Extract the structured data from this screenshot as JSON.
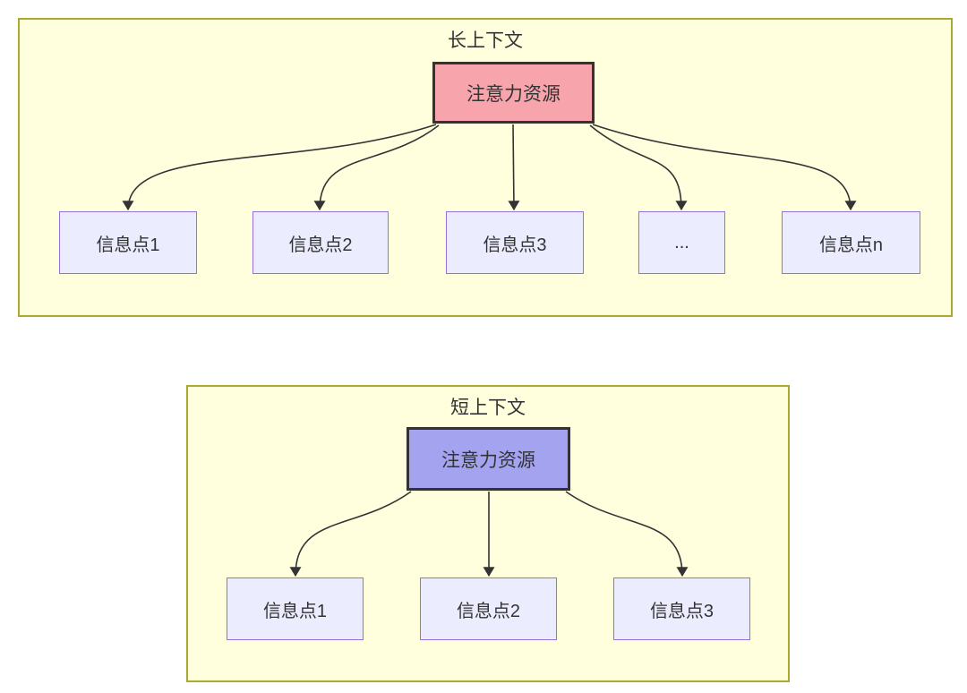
{
  "colors": {
    "panel_fill": "#ffffde",
    "panel_border": "#aaaa33",
    "target_fill": "#ececff",
    "target_border": "#9370db",
    "long_source_fill": "#f7a4ad",
    "short_source_fill": "#a3a3f0",
    "source_border": "#333333",
    "edge": "#333333",
    "text": "#333333"
  },
  "long_context": {
    "title": "长上下文",
    "source_label": "注意力资源",
    "targets": [
      {
        "label": "信息点1"
      },
      {
        "label": "信息点2"
      },
      {
        "label": "信息点3"
      },
      {
        "label": "..."
      },
      {
        "label": "信息点n"
      }
    ]
  },
  "short_context": {
    "title": "短上下文",
    "source_label": "注意力资源",
    "targets": [
      {
        "label": "信息点1"
      },
      {
        "label": "信息点2"
      },
      {
        "label": "信息点3"
      }
    ]
  }
}
